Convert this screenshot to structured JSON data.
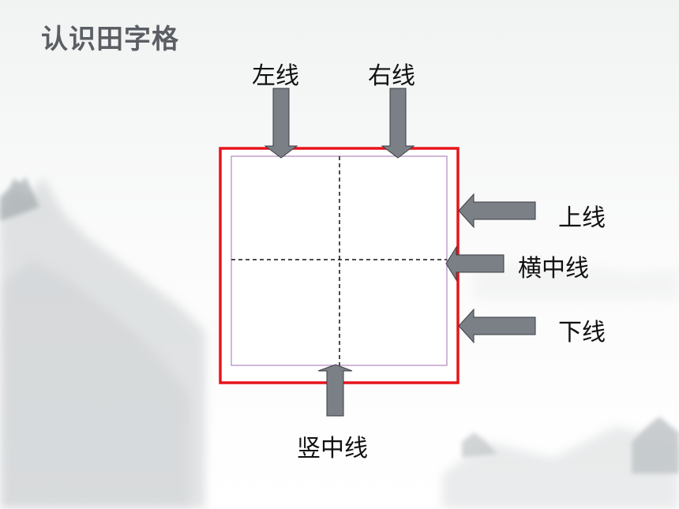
{
  "slide": {
    "title": "认识田字格"
  },
  "diagram": {
    "labels": {
      "left_line": "左线",
      "right_line": "右线",
      "top_line": "上线",
      "horizontal_center_line": "横中线",
      "bottom_line": "下线",
      "vertical_center_line": "竖中线"
    },
    "colors": {
      "outer_border": "#e8141c",
      "inner_border": "#a070b0",
      "arrow_fill": "#7b8087",
      "arrow_stroke": "#3a3d42",
      "center_lines": "#111111",
      "title_text": "#5b5e63"
    }
  }
}
